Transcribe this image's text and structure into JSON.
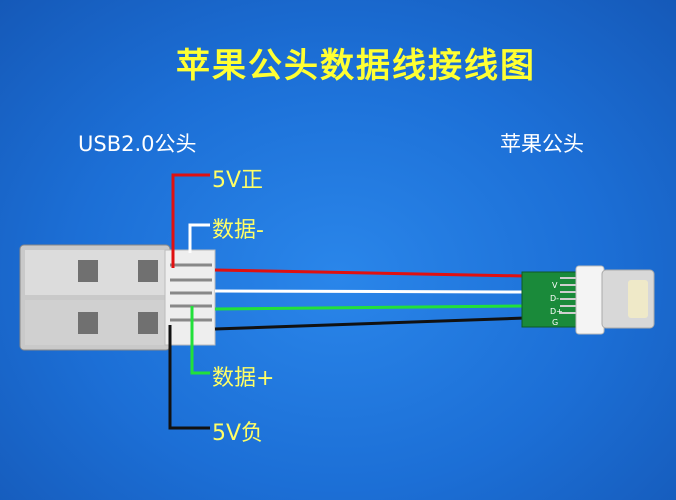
{
  "title": "苹果公头数据线接线图",
  "left_label": "USB2.0公头",
  "right_label": "苹果公头",
  "pins": {
    "vcc": "5V正",
    "data_minus": "数据-",
    "data_plus": "数据+",
    "gnd": "5V负"
  },
  "pcb_labels": [
    "V",
    "D-",
    "D+",
    "G"
  ],
  "colors": {
    "title": "#ffff33",
    "pin_text": "#ffff66",
    "vcc_wire": "#e01010",
    "data_minus_wire": "#ffffff",
    "data_plus_wire": "#22e03a",
    "gnd_wire": "#111111",
    "pcb": "#1a8a3a"
  }
}
